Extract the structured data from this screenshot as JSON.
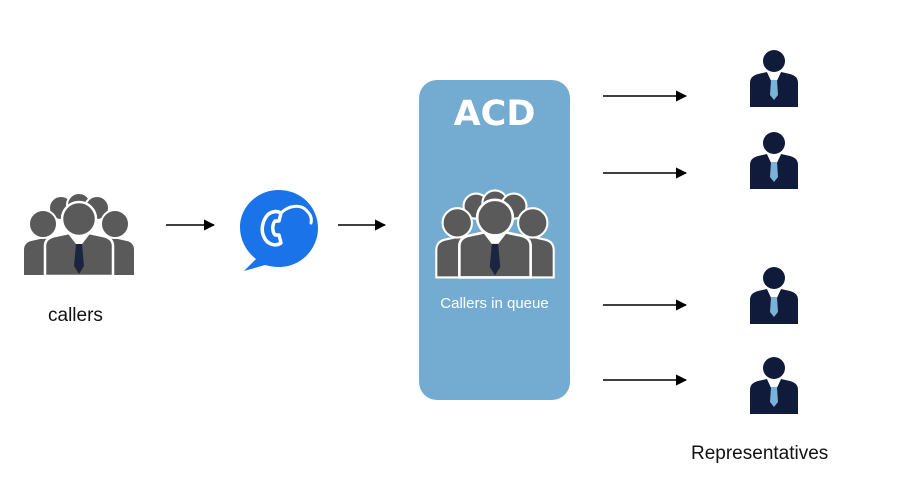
{
  "diagram": {
    "callers_label": "callers",
    "acd_title": "ACD",
    "acd_subtitle": "Callers in queue",
    "representatives_label": "Representatives"
  },
  "colors": {
    "group_icon": "#555555",
    "tie": "#1b2540",
    "phone_blue": "#1a73e8",
    "acd_box": "#74abd1",
    "rep_suit": "#101a3a",
    "rep_tie": "#7ab2d8",
    "arrow": "#000000"
  },
  "icons": {
    "callers_group": "people-group-icon",
    "phone": "phone-chat-icon",
    "queue_group": "people-group-icon",
    "representative": "person-business-icon"
  }
}
